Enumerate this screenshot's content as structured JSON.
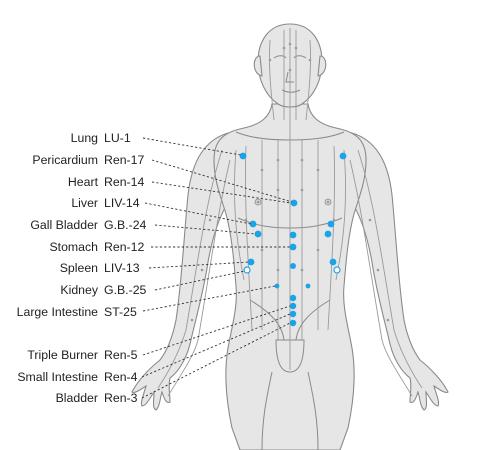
{
  "points": [
    {
      "organ": "Lung",
      "code": "LU-1"
    },
    {
      "organ": "Pericardium",
      "code": "Ren-17"
    },
    {
      "organ": "Heart",
      "code": "Ren-14"
    },
    {
      "organ": "Liver",
      "code": "LIV-14"
    },
    {
      "organ": "Gall Bladder",
      "code": "G.B.-24"
    },
    {
      "organ": "Stomach",
      "code": "Ren-12"
    },
    {
      "organ": "Spleen",
      "code": "LIV-13"
    },
    {
      "organ": "Kidney",
      "code": "G.B.-25"
    },
    {
      "organ": "Large Intestine",
      "code": "ST-25"
    },
    {
      "organ": "Triple Burner",
      "code": "Ren-5"
    },
    {
      "organ": "Small Intestine",
      "code": "Ren-4"
    },
    {
      "organ": "Bladder",
      "code": "Ren-3"
    }
  ],
  "colors": {
    "point": "#1aa3e8",
    "body": "#e6e6e6",
    "outline": "#8a8a8a"
  }
}
